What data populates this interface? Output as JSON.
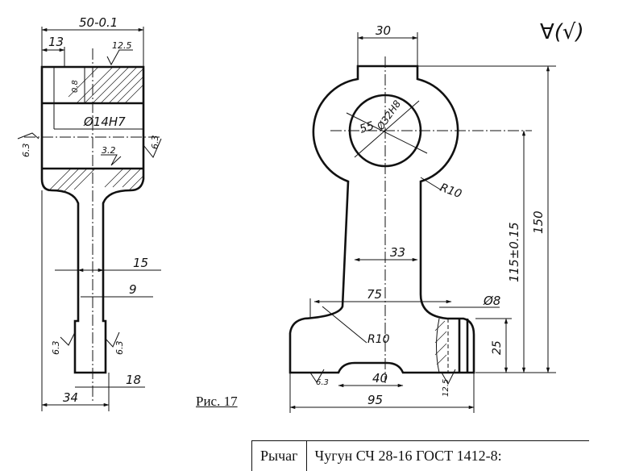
{
  "caption": "Рис. 17",
  "roughness_symbol": "∀(√)",
  "title_block": {
    "part_name": "Рычаг",
    "material": "Чугун СЧ 28-16 ГОСТ 1412-8:"
  },
  "side_view": {
    "width": "50-0.1",
    "boss_offset": "13",
    "roughness_top": "12.5",
    "roughness_bore_inner": "0.8",
    "bore": "Ø14H7",
    "roughness_left": "6.3",
    "roughness_right": "6.3",
    "roughness_web": "3.2",
    "web_width": "15",
    "rib_thickness": "9",
    "roughness_foot_left": "6.3",
    "roughness_foot_right": "6.3",
    "foot_width": "18",
    "base_width": "34"
  },
  "front_view": {
    "boss_width": "30",
    "boss_diameter": "55",
    "bore_diameter": "Ø32H8",
    "fillet_top": "R10",
    "center_height": "115±0.15",
    "overall_height": "150",
    "neck_width": "33",
    "shoulder_width": "75",
    "hole_diameter": "Ø8",
    "fillet_bottom": "R10",
    "base_height": "25",
    "slot_width": "40",
    "overall_width": "95",
    "roughness_base_left": "6.3",
    "roughness_base_right": "12.5"
  }
}
